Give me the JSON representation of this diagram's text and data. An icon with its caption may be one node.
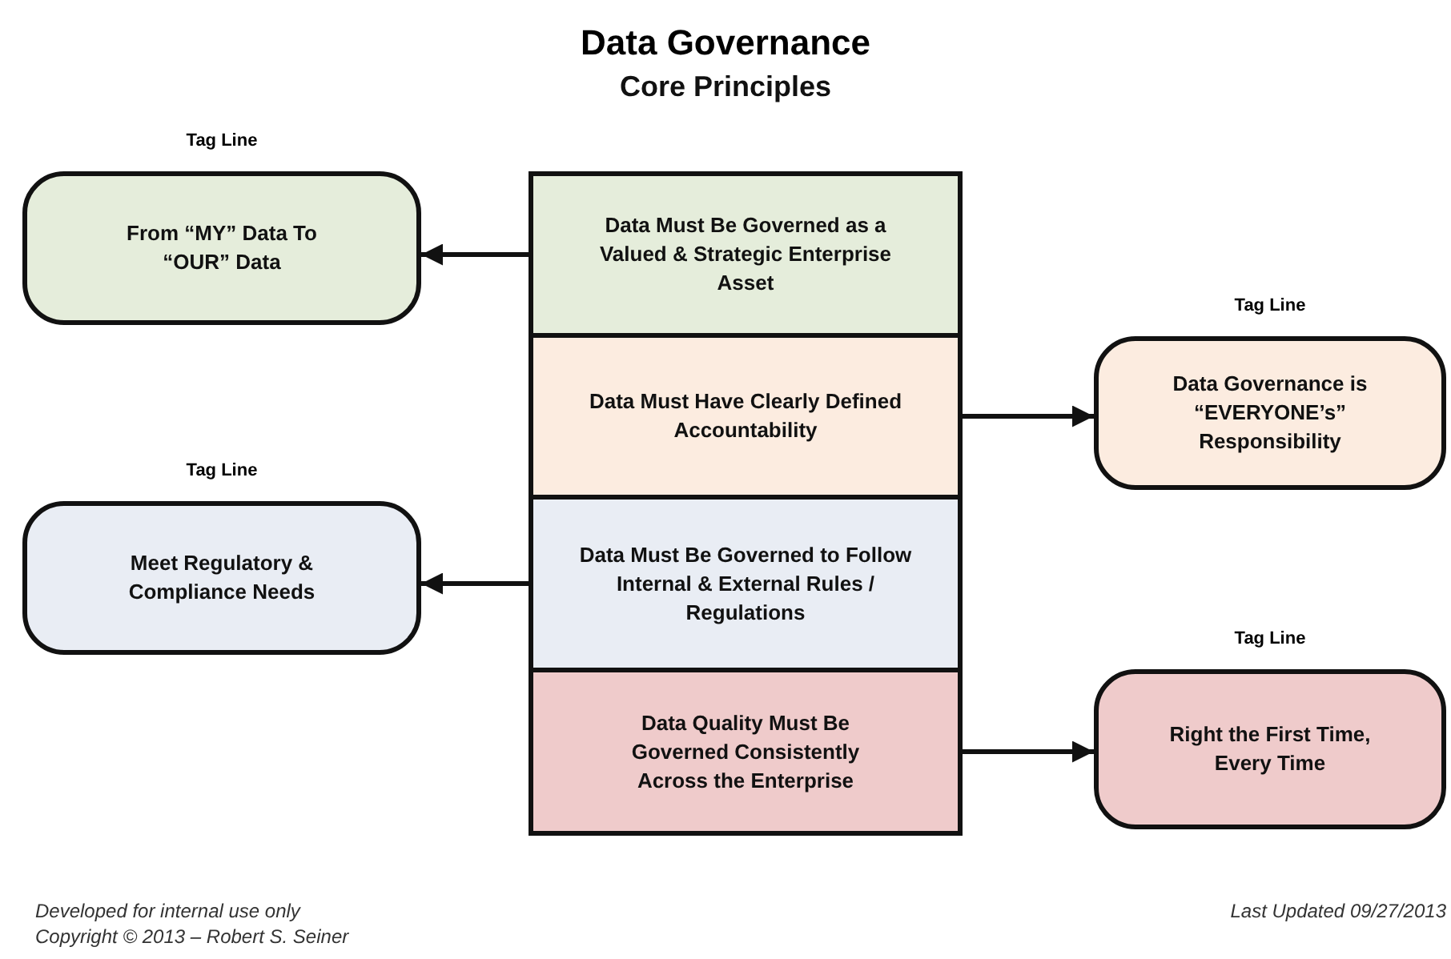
{
  "diagram": {
    "title": "Data Governance",
    "nodes": [
      {
        "text": [
          "Data Must Be Governed as a Valued & Strategic Enterprise Asset"
        ]
      },
      {
        "text": [
          "Data Must Have Clearly Defined Accountability"
        ]
      },
      {
        "text": [
          "Data Must Be Governed to Follow Internal & External Rules / Regulations"
        ]
      },
      {
        "text": [
          "Data Quality Must Be Governed Consistently Across the Enterprise"
        ]
      },
      {
        "text": [
          "From “MY” Data To “OUR” Data"
        ],
        "beside": [
          "Tag Line"
        ]
      },
      {
        "text": [
          "Data Governance is “EVERYONE’s” Responsibility"
        ],
        "beside": [
          "Tag Line"
        ]
      },
      {
        "text": [
          "Meet Regulatory & Compliance Needs"
        ],
        "beside": [
          "Tag Line"
        ]
      },
      {
        "text": [
          "Right the First Time, Every Time"
        ],
        "beside": [
          "Tag Line"
        ]
      }
    ],
    "edges": [
      {
        "from": 0,
        "to": 4,
        "arrow": "to"
      },
      {
        "from": 1,
        "to": 5,
        "arrow": "to"
      },
      {
        "from": 2,
        "to": 6,
        "arrow": "to"
      },
      {
        "from": 3,
        "to": 7,
        "arrow": "to"
      }
    ],
    "labels": [
      "Core Principles",
      "Developed for internal use only",
      "Copyright © 2013 – Robert S. Seiner",
      "Last Updated 09/27/2013"
    ]
  }
}
